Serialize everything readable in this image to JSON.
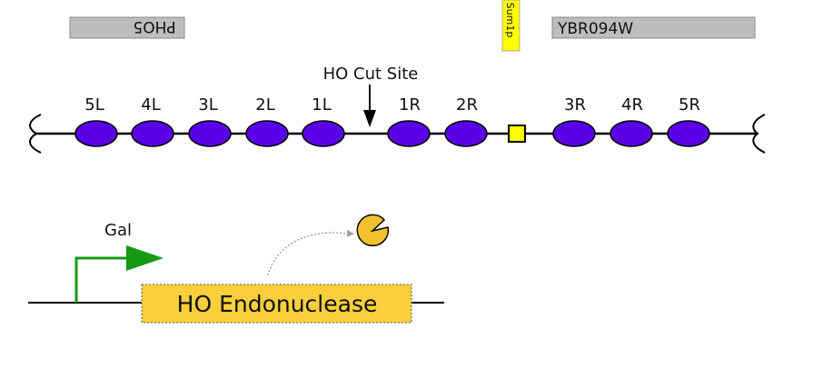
{
  "genes": {
    "left_gene": "PHO5",
    "right_gene": "YBR094W",
    "marker": "Sum1p"
  },
  "cut_site_label": "HO Cut Site",
  "nucleosomes": {
    "left": [
      "5L",
      "4L",
      "3L",
      "2L",
      "1L"
    ],
    "right": [
      "1R",
      "2R",
      "3R",
      "4R",
      "5R"
    ]
  },
  "construct": {
    "promoter_label": "Gal",
    "gene_label": "HO Endonuclease"
  },
  "colors": {
    "nucleosome": "#5a00e6",
    "gene_bar": "#bdbdbd",
    "marker": "#ffff00",
    "enzyme": "#f2c12e",
    "promoter": "#159a15",
    "gene_box": "#f9cf3c"
  }
}
